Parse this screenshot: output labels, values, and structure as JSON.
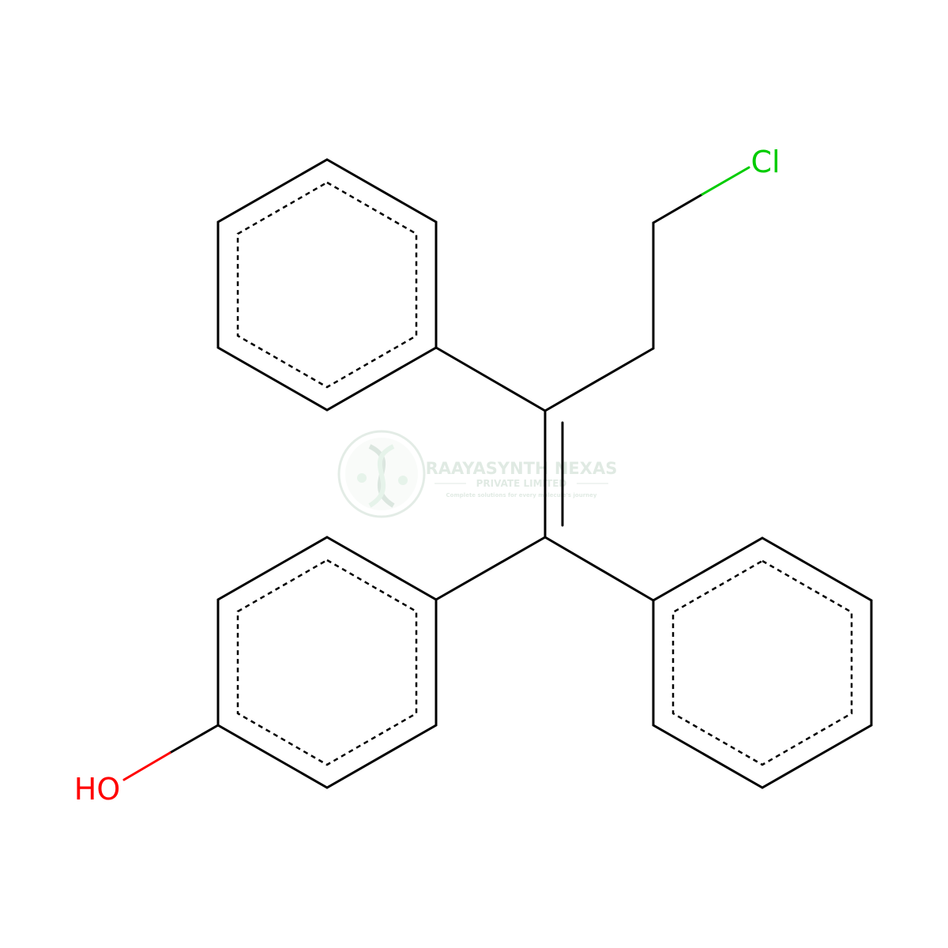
{
  "molecule": {
    "atoms": {
      "chlorine": {
        "label": "Cl",
        "color": "#00CC00"
      },
      "hydroxyl": {
        "label": "HO",
        "color": "#FF0000"
      }
    },
    "bond_color": "#000000"
  },
  "watermark": {
    "company": "RAAYASYNTH NEXAS",
    "subtitle": "PRIVATE LIMITED",
    "tagline": "Complete solutions for every molecule's journey",
    "color": "#8fb89a"
  }
}
